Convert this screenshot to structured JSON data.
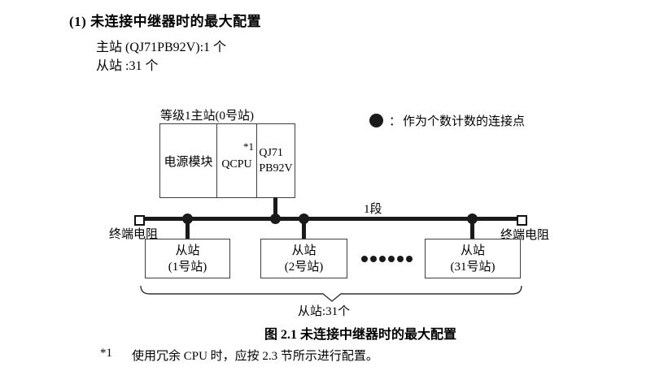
{
  "page": {
    "heading": "(1) 未连接中继器时的最大配置",
    "spec_lines": [
      "主站 (QJ71PB92V):1 个",
      "从站 :31 个"
    ],
    "caption": "图 2.1 未连接中继器时的最大配置",
    "footnote": {
      "marker": "*1",
      "text": "使用冗余 CPU 时，应按 2.3 节所示进行配置。"
    }
  },
  "diagram": {
    "master": {
      "label": "等级1主站(0号站)",
      "modules": [
        {
          "line1": "电源模块"
        },
        {
          "line1": "QCPU",
          "note": "*1"
        },
        {
          "line1": "QJ71",
          "line2": "PB92V"
        }
      ]
    },
    "legend": {
      "separator": "：",
      "label": "作为个数计数的连接点"
    },
    "segment_label": "1段",
    "terminators": {
      "left": "终端电阻",
      "right": "终端电阻"
    },
    "slaves": [
      {
        "line1": "从站",
        "line2": "(1号站)"
      },
      {
        "line1": "从站",
        "line2": "(2号站)"
      },
      {
        "line1": "从站",
        "line2": "(31号站)"
      }
    ],
    "brace_label": "从站:31个",
    "colors": {
      "line": "#1a1a1a",
      "box_border": "#3f3f3f",
      "background": "#ffffff"
    }
  }
}
